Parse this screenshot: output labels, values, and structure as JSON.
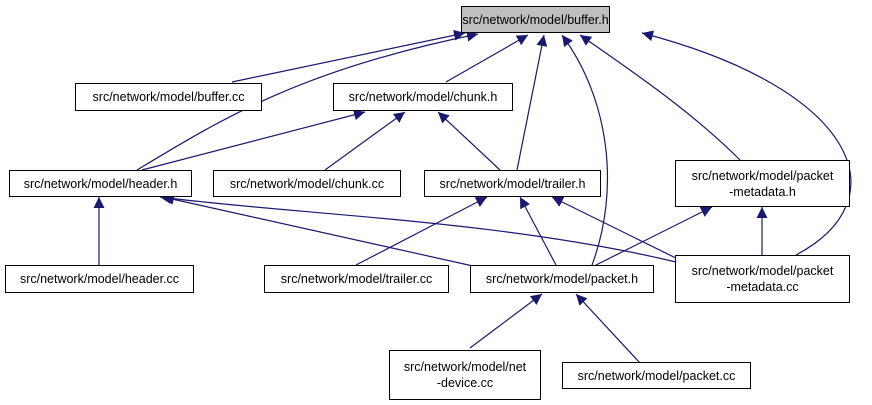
{
  "nodes": {
    "buffer_h": "src/network/model/buffer.h",
    "buffer_cc": "src/network/model/buffer.cc",
    "chunk_h": "src/network/model/chunk.h",
    "header_h": "src/network/model/header.h",
    "chunk_cc": "src/network/model/chunk.cc",
    "trailer_h": "src/network/model/trailer.h",
    "packet_metadata_h": "src/network/model/packet\n-metadata.h",
    "header_cc": "src/network/model/header.cc",
    "trailer_cc": "src/network/model/trailer.cc",
    "packet_h": "src/network/model/packet.h",
    "packet_metadata_cc": "src/network/model/packet\n-metadata.cc",
    "net_device_cc": "src/network/model/net\n-device.cc",
    "packet_cc": "src/network/model/packet.cc"
  },
  "colors": {
    "edge": "#191970",
    "focus_fill": "#bfbfbf",
    "border": "#000000"
  }
}
